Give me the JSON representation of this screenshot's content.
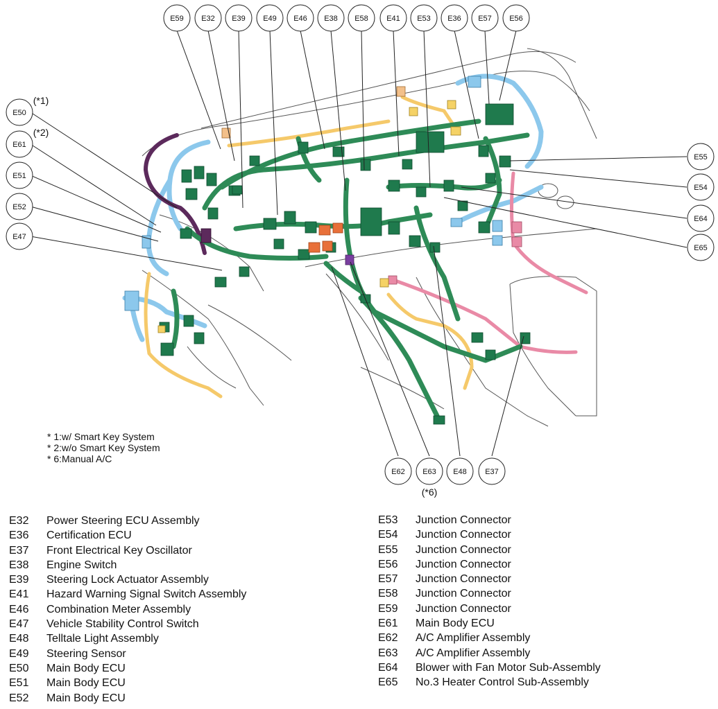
{
  "callouts": {
    "top": [
      "E59",
      "E32",
      "E39",
      "E49",
      "E46",
      "E38",
      "E58",
      "E41",
      "E53",
      "E36",
      "E57",
      "E56"
    ],
    "left": [
      {
        "code": "E50",
        "note": "(*1)"
      },
      {
        "code": "E61",
        "note": "(*2)"
      },
      {
        "code": "E51",
        "note": ""
      },
      {
        "code": "E52",
        "note": ""
      },
      {
        "code": "E47",
        "note": ""
      }
    ],
    "right": [
      "E55",
      "E54",
      "E64",
      "E65"
    ],
    "bottom": [
      {
        "code": "E62",
        "note": ""
      },
      {
        "code": "E63",
        "note": "(*6)"
      },
      {
        "code": "E48",
        "note": ""
      },
      {
        "code": "E37",
        "note": ""
      }
    ]
  },
  "notes": [
    "* 1:w/ Smart Key System",
    "* 2:w/o Smart Key System",
    "* 6:Manual A/C"
  ],
  "legend_left": [
    {
      "code": "E32",
      "name": "Power Steering ECU Assembly"
    },
    {
      "code": "E36",
      "name": "Certification ECU"
    },
    {
      "code": "E37",
      "name": "Front Electrical Key Oscillator"
    },
    {
      "code": "E38",
      "name": "Engine Switch"
    },
    {
      "code": "E39",
      "name": "Steering Lock Actuator Assembly"
    },
    {
      "code": "E41",
      "name": "Hazard Warning Signal Switch Assembly"
    },
    {
      "code": "E46",
      "name": "Combination Meter Assembly"
    },
    {
      "code": "E47",
      "name": "Vehicle Stability Control Switch"
    },
    {
      "code": "E48",
      "name": "Telltale Light Assembly"
    },
    {
      "code": "E49",
      "name": "Steering Sensor"
    },
    {
      "code": "E50",
      "name": "Main Body ECU"
    },
    {
      "code": "E51",
      "name": "Main Body ECU"
    },
    {
      "code": "E52",
      "name": "Main Body ECU"
    }
  ],
  "legend_right": [
    {
      "code": "E53",
      "name": "Junction Connector"
    },
    {
      "code": "E54",
      "name": "Junction Connector"
    },
    {
      "code": "E55",
      "name": "Junction Connector"
    },
    {
      "code": "E56",
      "name": "Junction Connector"
    },
    {
      "code": "E57",
      "name": "Junction Connector"
    },
    {
      "code": "E58",
      "name": "Junction Connector"
    },
    {
      "code": "E59",
      "name": "Junction Connector"
    },
    {
      "code": "E61",
      "name": "Main Body ECU"
    },
    {
      "code": "E62",
      "name": "A/C Amplifier Assembly"
    },
    {
      "code": "E63",
      "name": "A/C Amplifier Assembly"
    },
    {
      "code": "E64",
      "name": "Blower with Fan Motor Sub-Assembly"
    },
    {
      "code": "E65",
      "name": "No.3 Heater Control Sub-Assembly"
    }
  ],
  "colors": {
    "harness_main": "#2e8b57",
    "harness_connector": "#1f7a4d",
    "harness_blue": "#8cc8ec",
    "harness_yellow": "#f5c96a",
    "harness_pink": "#e98aa6",
    "harness_purple": "#5c2a5c",
    "connector_orange": "#e8703a",
    "outline": "#555555"
  }
}
